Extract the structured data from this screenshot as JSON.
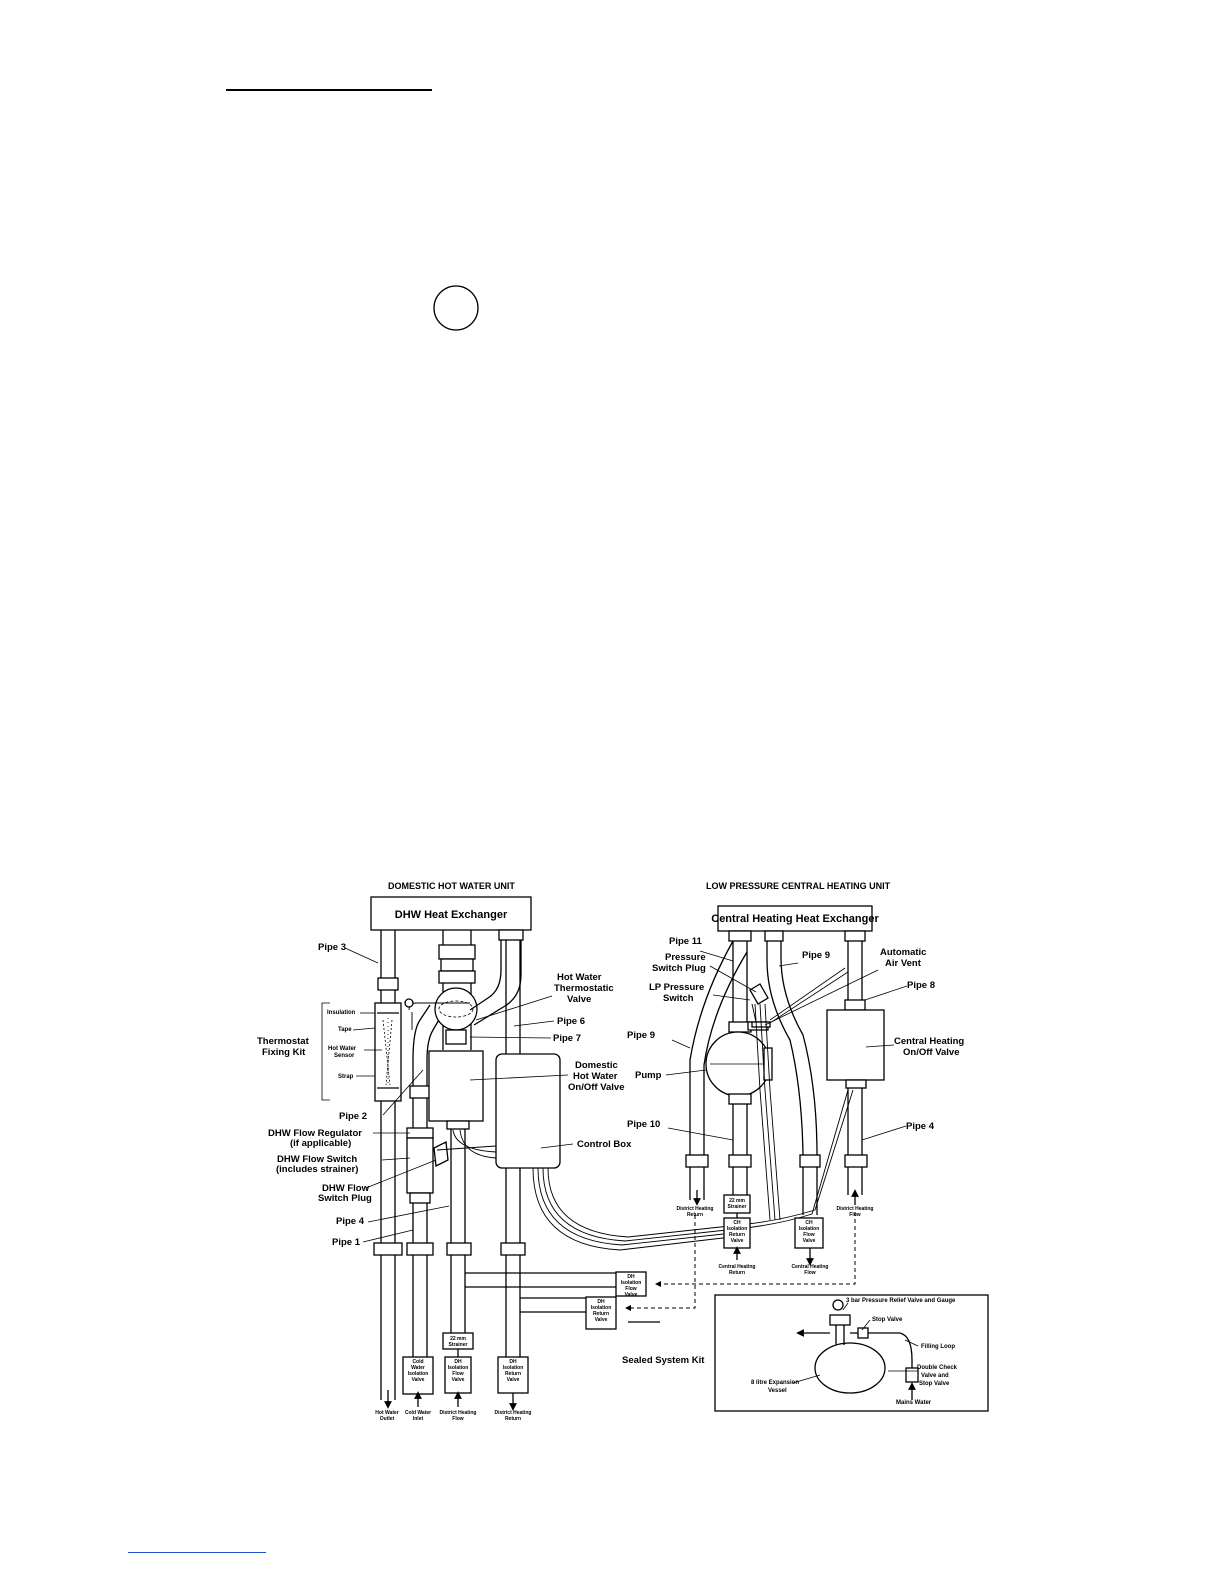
{
  "headings": {
    "dhw_unit": "DOMESTIC HOT WATER UNIT",
    "ch_unit": "LOW PRESSURE CENTRAL HEATING UNIT"
  },
  "boxes": {
    "dhw_heat_exchanger": "DHW Heat Exchanger",
    "ch_heat_exchanger": "Central Heating Heat Exchanger"
  },
  "labels": {
    "pipe3": "Pipe 3",
    "insulation": "Insulation",
    "tape": "Tape",
    "hot_water_sensor_1": "Hot Water",
    "hot_water_sensor_2": "Sensor",
    "strap": "Strap",
    "thermostat_fixing_kit_1": "Thermostat",
    "thermostat_fixing_kit_2": "Fixing Kit",
    "pipe2": "Pipe 2",
    "dhw_flow_regulator_1": "DHW Flow Regulator",
    "dhw_flow_regulator_2": "(if applicable)",
    "dhw_flow_switch_1": "DHW Flow Switch",
    "dhw_flow_switch_2": "(includes strainer)",
    "dhw_flow_switch_plug_1": "DHW Flow",
    "dhw_flow_switch_plug_2": "Switch Plug",
    "pipe4_left": "Pipe 4",
    "pipe1": "Pipe 1",
    "hw_thermostatic_valve_1": "Hot Water",
    "hw_thermostatic_valve_2": "Thermostatic",
    "hw_thermostatic_valve_3": "Valve",
    "pipe6": "Pipe 6",
    "pipe7": "Pipe 7",
    "dhw_onoff_valve_1": "Domestic",
    "dhw_onoff_valve_2": "Hot Water",
    "dhw_onoff_valve_3": "On/Off Valve",
    "control_box": "Control Box",
    "pipe11": "Pipe 11",
    "pressure_switch_plug_1": "Pressure",
    "pressure_switch_plug_2": "Switch Plug",
    "lp_pressure_switch_1": "LP Pressure",
    "lp_pressure_switch_2": "Switch",
    "pipe9_upper": "Pipe 9",
    "pipe9_left": "Pipe 9",
    "pump": "Pump",
    "pipe10": "Pipe 10",
    "automatic_air_vent_1": "Automatic",
    "automatic_air_vent_2": "Air Vent",
    "pipe8": "Pipe 8",
    "ch_onoff_valve_1": "Central Heating",
    "ch_onoff_valve_2": "On/Off Valve",
    "pipe4_right": "Pipe 4",
    "sealed_system_kit": "Sealed System Kit",
    "relief_valve_gauge": "3 bar Pressure Relief Valve and Gauge",
    "stop_valve": "Stop Valve",
    "filling_loop": "Filling Loop",
    "double_check_valve_1": "Double Check",
    "double_check_valve_2": "Valve and",
    "double_check_valve_3": "Stop Valve",
    "expansion_vessel_1": "8 litre  Expansion",
    "expansion_vessel_2": "Vessel",
    "mains_water": "Mains Water"
  },
  "small_labels": {
    "cold_water_isolation_valve": [
      "Cold",
      "Water",
      "Isolation",
      "Valve"
    ],
    "dh_isolation_flow_valve_bottom": [
      "DH",
      "Isolation",
      "Flow",
      "Valve"
    ],
    "dh_isolation_return_valve_bottom": [
      "DH",
      "Isolation",
      "Return",
      "Valve"
    ],
    "strainer_22mm_left": [
      "22 mm",
      "Strainer"
    ],
    "dh_isolation_flow_valve_mid": [
      "DH",
      "Isolation",
      "Flow",
      "Valve"
    ],
    "dh_isolation_return_valve_mid": [
      "DH",
      "Isolation",
      "Return",
      "Valve"
    ],
    "strainer_22mm_right": [
      "22 mm",
      "Strainer"
    ],
    "ch_isolation_return_valve": [
      "CH",
      "Isolation",
      "Return",
      "Valve"
    ],
    "ch_isolation_flow_valve": [
      "CH",
      "Isolation",
      "Flow",
      "Valve"
    ]
  },
  "outlets": {
    "hot_water_outlet": [
      "Hot Water",
      "Outlet"
    ],
    "cold_water_inlet": [
      "Cold Water",
      "Inlet"
    ],
    "district_heating_flow_bottom": [
      "District Heating",
      "Flow"
    ],
    "district_heating_return_bottom": [
      "District Heating",
      "Return"
    ],
    "district_heating_return_right": [
      "District Heating",
      "Return"
    ],
    "central_heating_return": [
      "Central Heating",
      "Return"
    ],
    "central_heating_flow": [
      "Central Heating",
      "Flow"
    ],
    "district_heating_flow_right": [
      "District Heating",
      "Flow"
    ]
  }
}
